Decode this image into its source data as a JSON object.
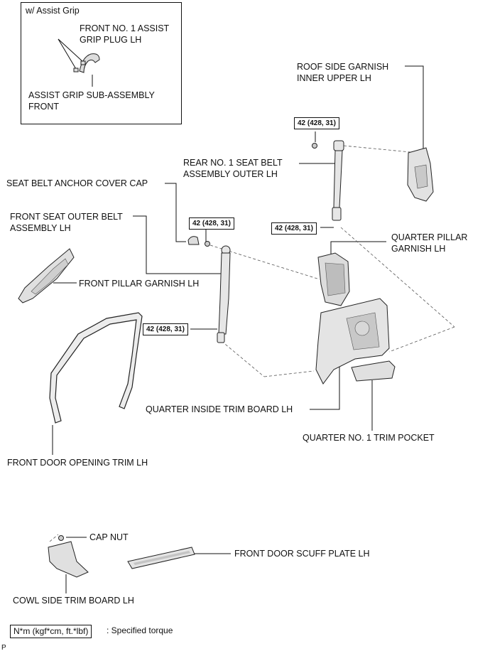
{
  "inset": {
    "title": "w/ Assist Grip"
  },
  "labels": {
    "front_no1_assist_grip_plug": [
      "FRONT NO. 1 ASSIST",
      "GRIP PLUG LH"
    ],
    "assist_grip_sub_assembly": [
      "ASSIST GRIP SUB-ASSEMBLY",
      "FRONT"
    ],
    "roof_side_garnish": [
      "ROOF SIDE GARNISH",
      "INNER UPPER LH"
    ],
    "rear_no1_seat_belt": [
      "REAR NO. 1 SEAT BELT",
      "ASSEMBLY OUTER LH"
    ],
    "seat_belt_anchor_cover_cap": "SEAT BELT ANCHOR COVER CAP",
    "front_seat_outer_belt": [
      "FRONT SEAT OUTER BELT",
      "ASSEMBLY LH"
    ],
    "front_pillar_garnish": "FRONT PILLAR GARNISH LH",
    "quarter_pillar_garnish": [
      "QUARTER PILLAR",
      "GARNISH LH"
    ],
    "quarter_inside_trim_board": "QUARTER INSIDE TRIM BOARD LH",
    "quarter_no1_trim_pocket": "QUARTER NO. 1 TRIM POCKET",
    "front_door_opening_trim": "FRONT DOOR OPENING TRIM LH",
    "cap_nut": "CAP NUT",
    "front_door_scuff_plate": "FRONT DOOR SCUFF PLATE LH",
    "cowl_side_trim_board": "COWL SIDE TRIM BOARD LH"
  },
  "torque_values": {
    "rear_belt_upper": "42 (428, 31)",
    "rear_belt_lower": "42 (428, 31)",
    "front_belt_upper": "42 (428, 31)",
    "front_belt_lower": "42 (428, 31)"
  },
  "legend": {
    "unit_box": "N*m (kgf*cm, ft.*lbf)",
    "description": ": Specified torque"
  },
  "footer": {
    "code": "P"
  }
}
